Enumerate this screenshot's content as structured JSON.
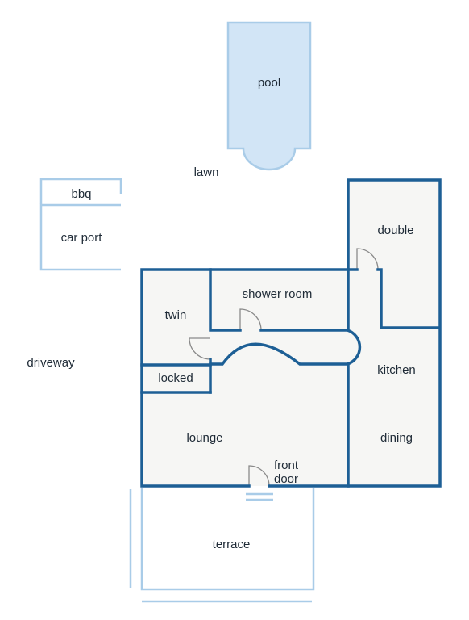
{
  "plan": {
    "labels": {
      "pool": "pool",
      "lawn": "lawn",
      "bbq": "bbq",
      "car_port": "car port",
      "double": "double",
      "shower_room": "shower room",
      "twin": "twin",
      "driveway": "driveway",
      "locked": "locked",
      "kitchen": "kitchen",
      "lounge": "lounge",
      "dining": "dining",
      "front_door_line1": "front",
      "front_door_line2": "door",
      "terrace": "terrace"
    },
    "colors": {
      "wall": "#1d5f95",
      "outdoor_outline": "#a9cce8",
      "pool_fill": "#d2e5f6",
      "floor": "#f6f6f4",
      "door": "#8a8a8a",
      "text": "#1e2a36"
    }
  }
}
